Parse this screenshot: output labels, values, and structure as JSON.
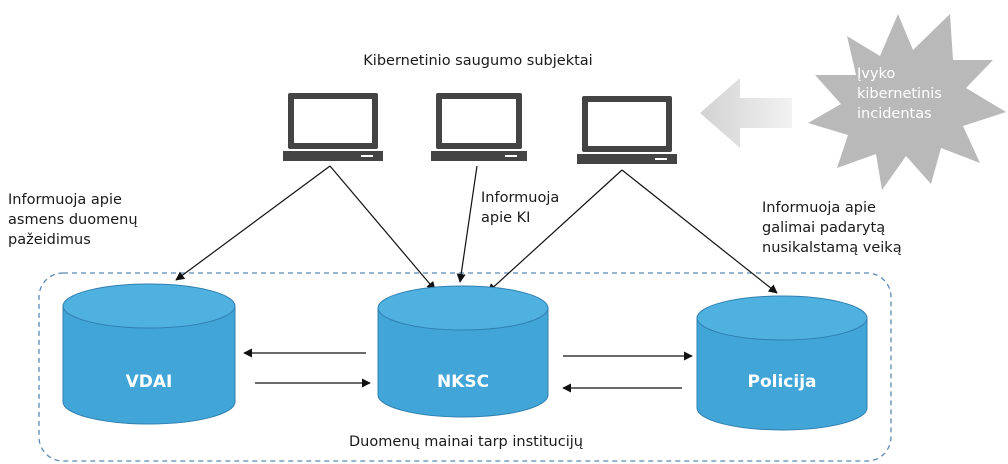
{
  "title": "Kibernetinio saugumo subjektai",
  "incident_label": [
    "Įvyko",
    "kibernetinis",
    "incidentas"
  ],
  "left_note": [
    "Informuoja apie",
    "asmens duomenų",
    "pažeidimus"
  ],
  "center_note": [
    "Informuoja",
    "apie KI"
  ],
  "right_note": [
    "Informuoja apie",
    "galimai padarytą",
    "nusikalstamą veiką"
  ],
  "databases": {
    "vdai": "VDAI",
    "nksc": "NKSC",
    "policija": "Policija"
  },
  "footer": "Duomenų mainai tarp institucijų",
  "colors": {
    "db_fill": "#41a5d8",
    "db_top": "#4fb1e0",
    "db_stroke": "#2f7fb0",
    "laptop": "#444444",
    "burst": "#b9b9b9",
    "arrow_gray": "#d4d4d4",
    "dashed_border": "#5a8ab5"
  }
}
